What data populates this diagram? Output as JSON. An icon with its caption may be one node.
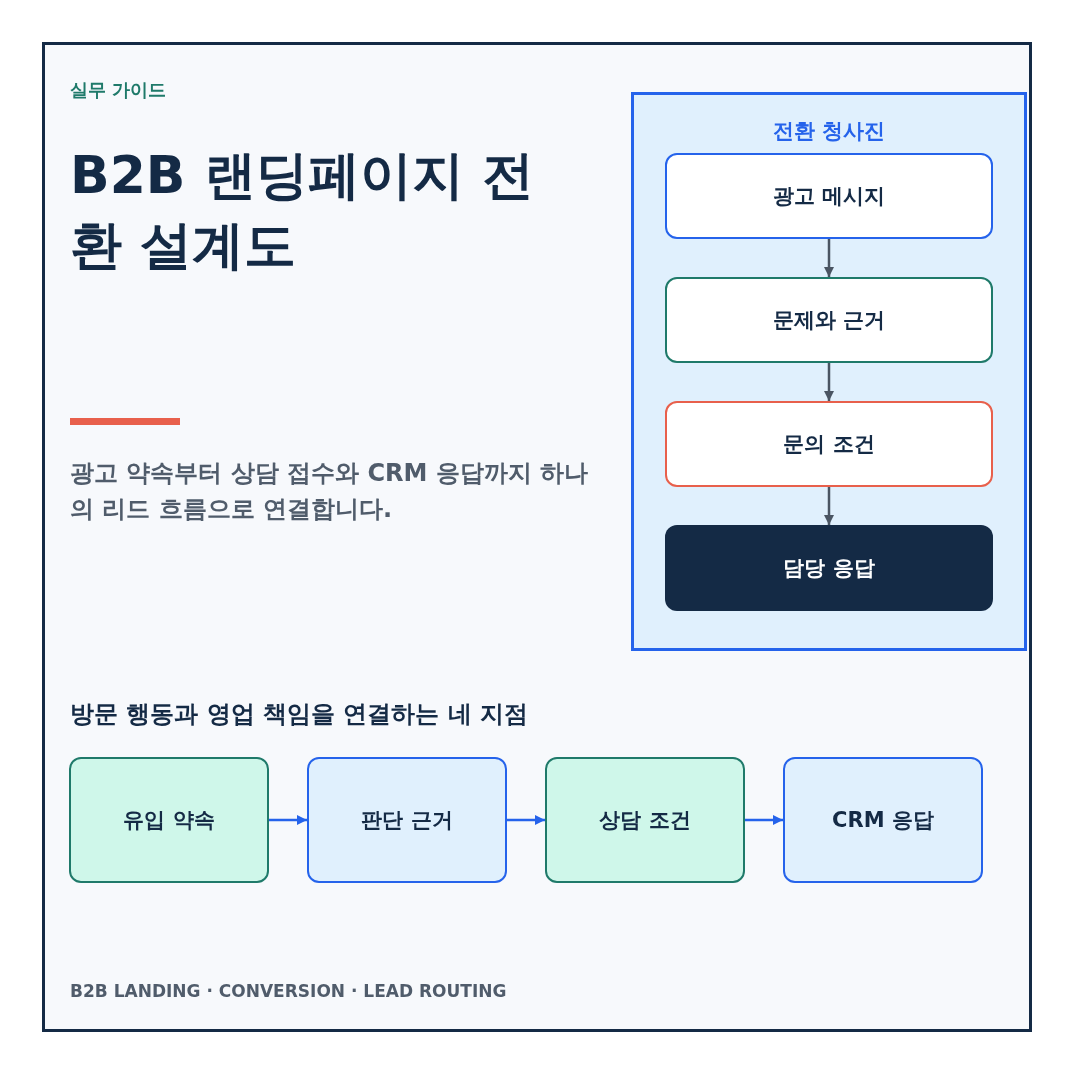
{
  "diagram": {
    "title": "B2B 랜딩페이지 전환 설계도",
    "nodes": [
      {
        "text": [
          "전환 청사진"
        ]
      },
      {
        "text": [
          "광고 메시지"
        ],
        "in": 0
      },
      {
        "text": [
          "문제와 근거"
        ],
        "in": 0
      },
      {
        "text": [
          "문의 조건"
        ],
        "in": 0
      },
      {
        "text": [
          "담당 응답"
        ],
        "in": 0
      },
      {
        "text": [
          "유입 약속"
        ]
      },
      {
        "text": [
          "판단 근거"
        ]
      },
      {
        "text": [
          "상담 조건"
        ]
      },
      {
        "text": [
          "CRM 응답"
        ]
      }
    ],
    "edges": [
      {
        "from": 1,
        "to": 2,
        "arrow": "to"
      },
      {
        "from": 2,
        "to": 3,
        "arrow": "to"
      },
      {
        "from": 3,
        "to": 4,
        "arrow": "to"
      },
      {
        "from": 5,
        "to": 6,
        "arrow": "to",
        "color": "#2563eb"
      },
      {
        "from": 6,
        "to": 7,
        "arrow": "to",
        "color": "#2563eb"
      },
      {
        "from": 7,
        "to": 8,
        "arrow": "to",
        "color": "#2563eb"
      }
    ],
    "labels": [
      "실무 가이드",
      "광고 약속부터 상담 접수와 CRM 응답까지 하나의 리드 흐름으로 연결합니다.",
      "방문 행동과 영업 책임을 연결하는 네 지점",
      "B2B LANDING · CONVERSION · LEAD ROUTING"
    ]
  }
}
